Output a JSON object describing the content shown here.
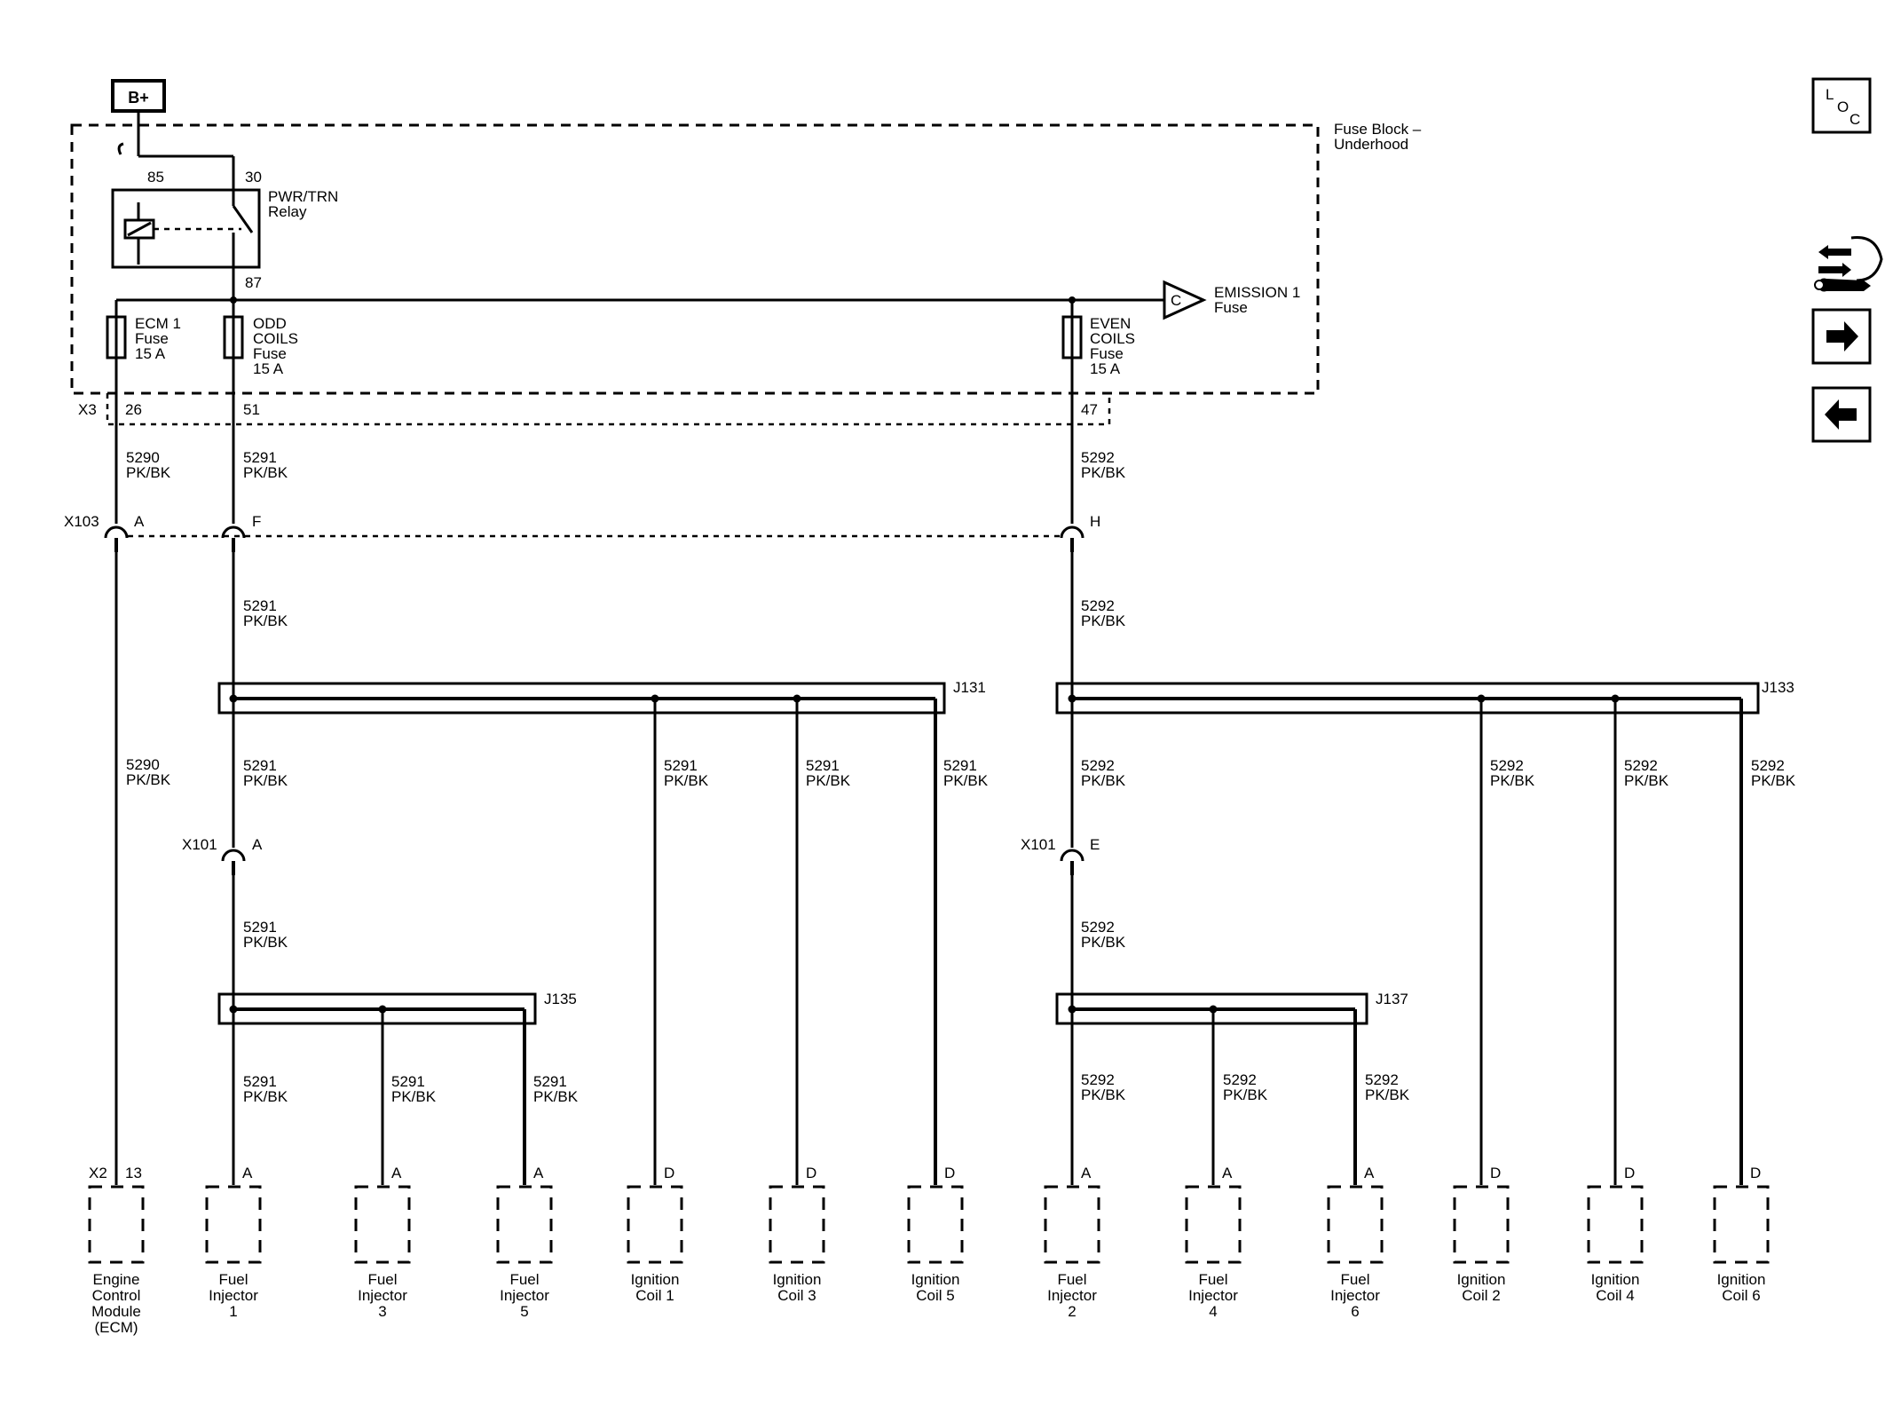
{
  "power_source": "B+",
  "fuse_block": {
    "line1": "Fuse Block –",
    "line2": "Underhood"
  },
  "relay": {
    "name_line1": "PWR/TRN",
    "name_line2": "Relay",
    "pin_85": "85",
    "pin_30": "30",
    "pin_87": "87"
  },
  "fuses": {
    "ecm": {
      "l1": "ECM 1",
      "l2": "Fuse",
      "l3": "15 A"
    },
    "odd": {
      "l1": "ODD",
      "l2": "COILS",
      "l3": "Fuse",
      "l4": "15 A"
    },
    "even": {
      "l1": "EVEN",
      "l2": "COILS",
      "l3": "Fuse",
      "l4": "15 A"
    }
  },
  "emission": {
    "letter": "C",
    "l1": "EMISSION 1",
    "l2": "Fuse"
  },
  "connectors": {
    "x3": "X3",
    "x3_p26": "26",
    "x3_p51": "51",
    "x3_p47": "47",
    "x103": "X103",
    "x103_a": "A",
    "x103_f": "F",
    "x103_h": "H",
    "x101": "X101",
    "x101_a": "A",
    "x101_e": "E",
    "x2": "X2",
    "x2_13": "13"
  },
  "wires": {
    "w5290": "5290",
    "w5291": "5291",
    "w5292": "5292",
    "color": "PK/BK"
  },
  "splices": {
    "j131": "J131",
    "j133": "J133",
    "j135": "J135",
    "j137": "J137"
  },
  "components": [
    {
      "pin": "13",
      "lines": [
        "Engine",
        "Control",
        "Module",
        "(ECM)"
      ]
    },
    {
      "pin": "A",
      "lines": [
        "Fuel",
        "Injector",
        "1"
      ]
    },
    {
      "pin": "A",
      "lines": [
        "Fuel",
        "Injector",
        "3"
      ]
    },
    {
      "pin": "A",
      "lines": [
        "Fuel",
        "Injector",
        "5"
      ]
    },
    {
      "pin": "D",
      "lines": [
        "Ignition",
        "Coil 1"
      ]
    },
    {
      "pin": "D",
      "lines": [
        "Ignition",
        "Coil 3"
      ]
    },
    {
      "pin": "D",
      "lines": [
        "Ignition",
        "Coil 5"
      ]
    },
    {
      "pin": "A",
      "lines": [
        "Fuel",
        "Injector",
        "2"
      ]
    },
    {
      "pin": "A",
      "lines": [
        "Fuel",
        "Injector",
        "4"
      ]
    },
    {
      "pin": "A",
      "lines": [
        "Fuel",
        "Injector",
        "6"
      ]
    },
    {
      "pin": "D",
      "lines": [
        "Ignition",
        "Coil 2"
      ]
    },
    {
      "pin": "D",
      "lines": [
        "Ignition",
        "Coil 4"
      ]
    },
    {
      "pin": "D",
      "lines": [
        "Ignition",
        "Coil 6"
      ]
    }
  ],
  "toolbar": {
    "loc_l": "L",
    "loc_o": "O",
    "loc_c": "C",
    "connector_icon": "connector-view-icon",
    "next_icon": "arrow-right-icon",
    "prev_icon": "arrow-left-icon"
  }
}
